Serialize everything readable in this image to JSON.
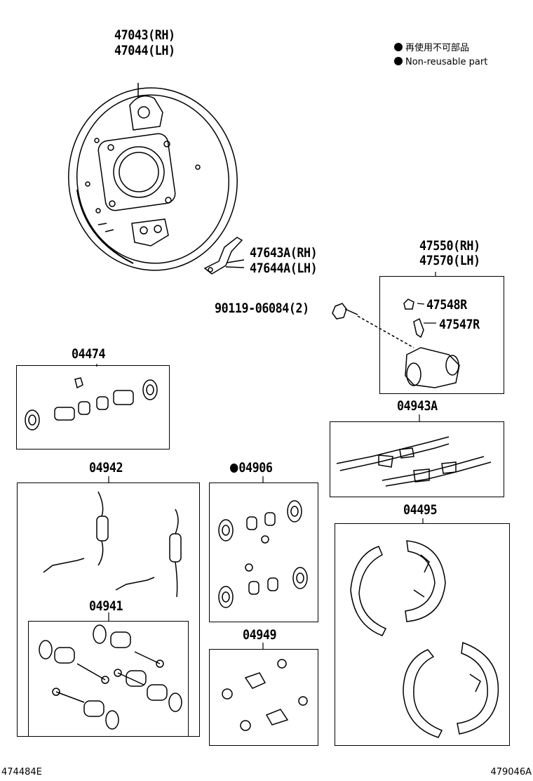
{
  "legend": {
    "line1": "再使用不可部品",
    "line2": "Non-reusable part"
  },
  "parts": {
    "backing_plate_rh": "47043(RH)",
    "backing_plate_lh": "47044(LH)",
    "bracket_rh": "47643A(RH)",
    "bracket_lh": "47644A(LH)",
    "cylinder_rh": "47550(RH)",
    "cylinder_lh": "47570(LH)",
    "bolt": "90119-06084(2)",
    "cap": "47548R",
    "bleeder": "47547R",
    "kit_04474": "04474",
    "kit_04943a": "04943A",
    "kit_04942": "04942",
    "kit_04906": "04906",
    "kit_04941": "04941",
    "kit_04949": "04949",
    "kit_04495": "04495"
  },
  "footer": {
    "left_code": "474484E",
    "right_code": "479046A"
  }
}
